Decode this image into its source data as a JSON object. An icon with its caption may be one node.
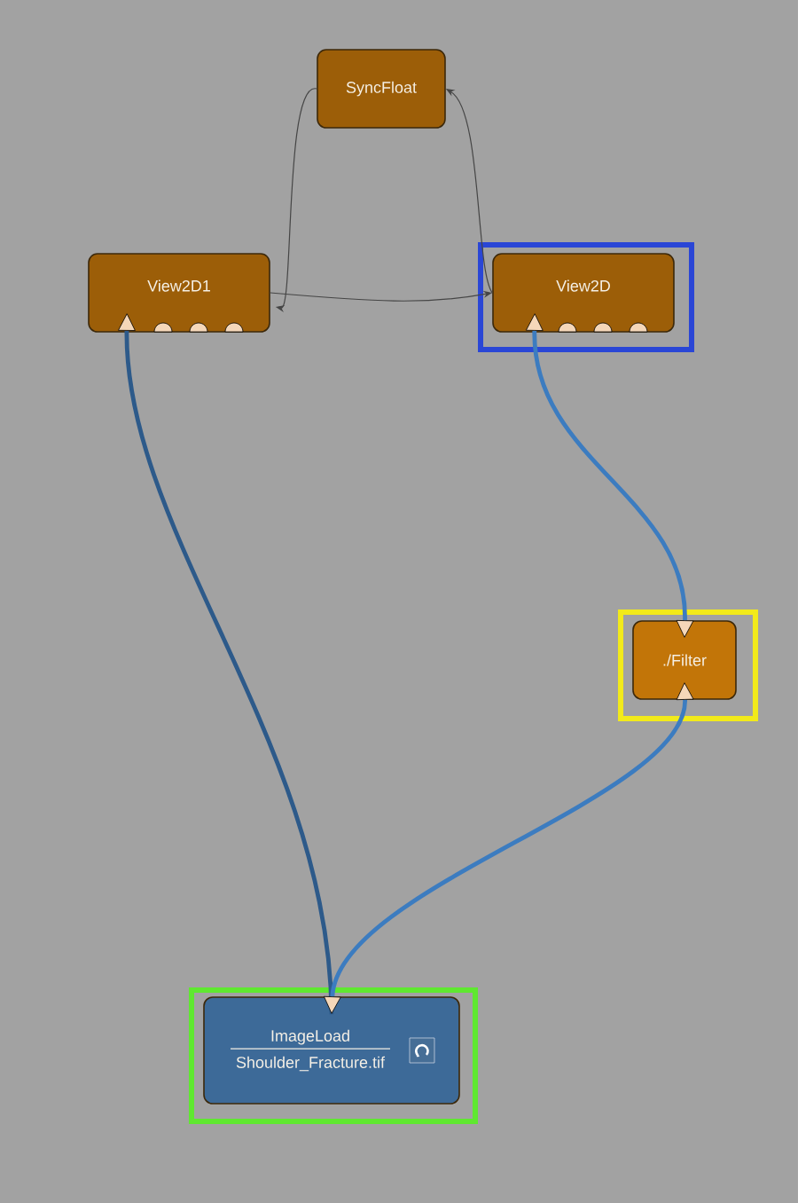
{
  "diagram": {
    "nodes": [
      {
        "text": [
          "SyncFloat"
        ]
      },
      {
        "text": [
          "View2D1"
        ]
      },
      {
        "text": [
          "View2D"
        ]
      },
      {
        "text": [
          "./Filter"
        ]
      },
      {
        "text": [
          "ImageLoad",
          "Shoulder_Fracture.tif"
        ]
      }
    ],
    "edges": [
      {
        "from": 0,
        "to": 1,
        "arrow": "to"
      },
      {
        "from": 2,
        "to": 0,
        "arrow": "to"
      },
      {
        "from": 1,
        "to": 2,
        "arrow": "to"
      },
      {
        "from": 4,
        "to": 1,
        "arrow": "to",
        "style": "thick",
        "color": "#2d5a8a"
      },
      {
        "from": 2,
        "to": 3,
        "arrow": "both",
        "style": "thick",
        "color": "#3c7cc0"
      },
      {
        "from": 3,
        "to": 4,
        "arrow": "both",
        "style": "thick",
        "color": "#3c7cc0"
      }
    ]
  }
}
